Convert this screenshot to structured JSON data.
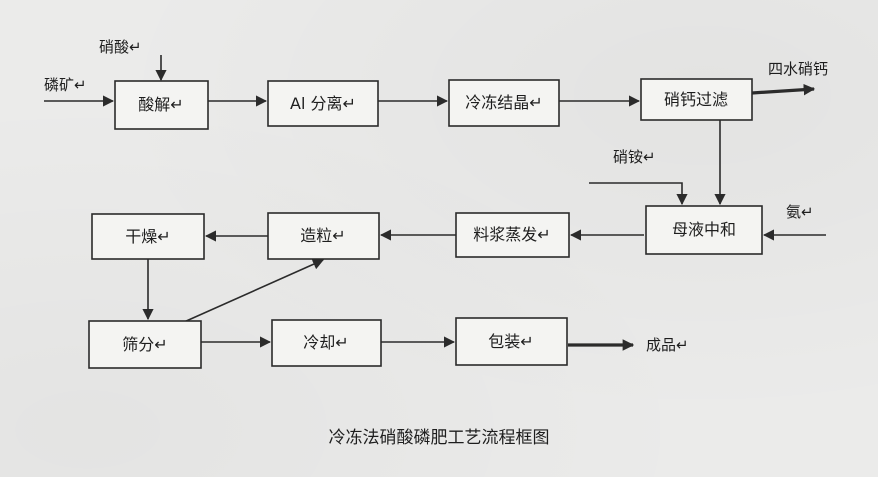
{
  "caption": "冷冻法硝酸磷肥工艺流程框图",
  "nodes": {
    "acid_decomposition": "酸解↵",
    "al_separation": "Al 分离↵",
    "freeze_crystallization": "冷冻结晶↵",
    "calcium_nitrate_filtration": "硝钙过滤",
    "mother_liquor_neutralization": "母液中和",
    "slurry_evaporation": "料浆蒸发↵",
    "granulation": "造粒↵",
    "drying": "干燥↵",
    "screening": "筛分↵",
    "cooling": "冷却↵",
    "packaging": "包装↵"
  },
  "inputs": {
    "phosphate_rock": "磷矿↵",
    "nitric_acid": "硝酸↵",
    "ammonium_nitrate": "硝铵↵",
    "ammonia": "氨↵"
  },
  "outputs": {
    "calcium_nitrate_tetrahydrate": "四水硝钙",
    "finished_product": "成品↵"
  }
}
